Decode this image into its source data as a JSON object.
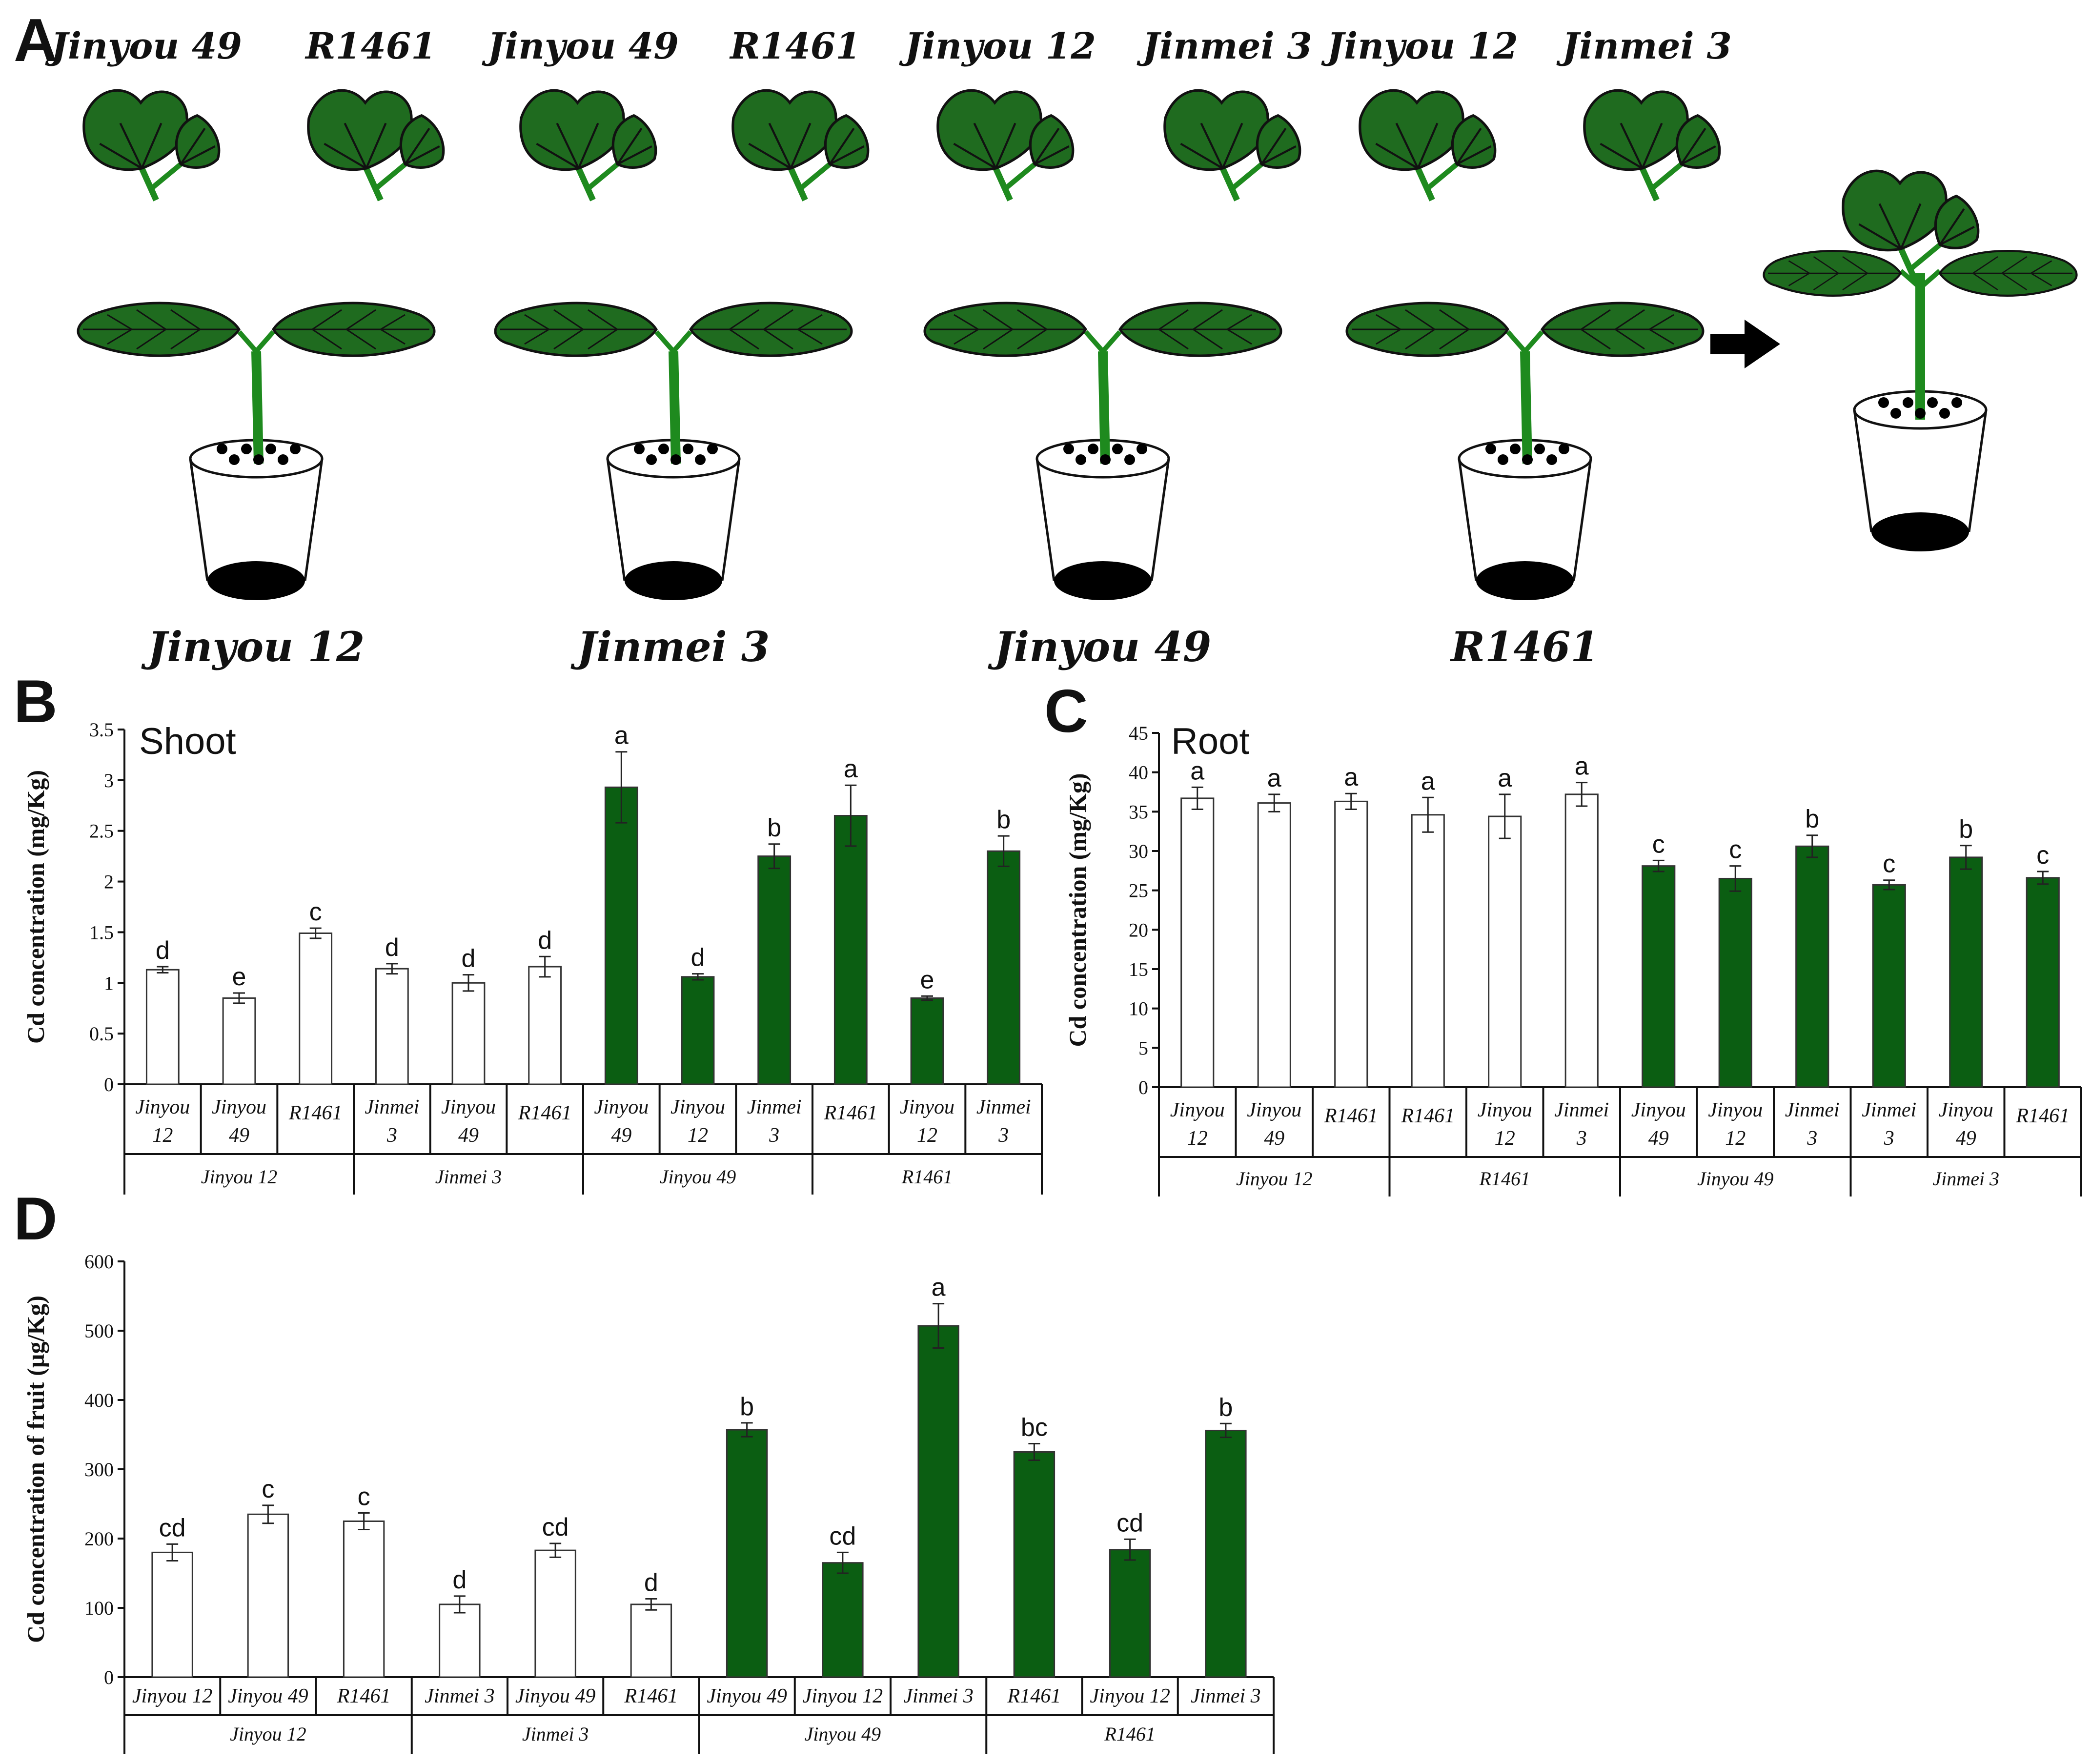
{
  "panels": {
    "a": {
      "letter": "A",
      "scions": [
        "Jinyou 49",
        "R1461",
        "Jinyou 49",
        "R1461",
        "Jinyou 12",
        "Jinmei 3",
        "Jinyou 12",
        "Jinmei 3"
      ],
      "rootstocks": [
        "Jinyou 12",
        "Jinmei 3",
        "Jinyou 49",
        "R1461"
      ],
      "arrow_icon": "arrow-right-icon"
    },
    "b": {
      "letter": "B"
    },
    "c": {
      "letter": "C"
    },
    "d": {
      "letter": "D"
    }
  },
  "colors": {
    "white_fill": "#ffffff",
    "green_fill": "#0b5e12",
    "leaf_green": "#1f6b1f",
    "stem_green": "#1e8a1e",
    "axis": "#111111"
  },
  "chart_data": [
    {
      "id": "shoot",
      "type": "bar",
      "title": "Shoot",
      "ylabel": "Cd concentration (mg/Kg)",
      "ylim": [
        0,
        3.5
      ],
      "yticks": [
        "0",
        "0.5",
        "1",
        "1.5",
        "2",
        "2.5",
        "3",
        "3.5"
      ],
      "categories": [
        [
          "Jinyou",
          "12"
        ],
        [
          "Jinyou",
          "49"
        ],
        [
          "R1461"
        ],
        [
          "Jinmei",
          "3"
        ],
        [
          "Jinyou",
          "49"
        ],
        [
          "R1461"
        ],
        [
          "Jinyou",
          "49"
        ],
        [
          "Jinyou",
          "12"
        ],
        [
          "Jinmei",
          "3"
        ],
        [
          "R1461"
        ],
        [
          "Jinyou",
          "12"
        ],
        [
          "Jinmei",
          "3"
        ]
      ],
      "groups": [
        "Jinyou 12",
        "Jinmei 3",
        "Jinyou 49",
        "R1461"
      ],
      "values": [
        1.13,
        0.85,
        1.49,
        1.14,
        1.0,
        1.16,
        2.93,
        1.06,
        2.25,
        2.65,
        0.85,
        2.3
      ],
      "errors": [
        0.03,
        0.05,
        0.05,
        0.05,
        0.08,
        0.1,
        0.35,
        0.03,
        0.12,
        0.3,
        0.02,
        0.15
      ],
      "letters": [
        "d",
        "e",
        "c",
        "d",
        "d",
        "d",
        "a",
        "d",
        "b",
        "a",
        "e",
        "b"
      ],
      "fills": [
        "white",
        "white",
        "white",
        "white",
        "white",
        "white",
        "green",
        "green",
        "green",
        "green",
        "green",
        "green"
      ]
    },
    {
      "id": "root",
      "type": "bar",
      "title": "Root",
      "ylabel": "Cd concentration (mg/Kg)",
      "ylim": [
        0,
        45
      ],
      "yticks": [
        "0",
        "5",
        "10",
        "15",
        "20",
        "25",
        "30",
        "35",
        "40",
        "45"
      ],
      "categories": [
        [
          "Jinyou",
          "12"
        ],
        [
          "Jinyou",
          "49"
        ],
        [
          "R1461"
        ],
        [
          "R1461"
        ],
        [
          "Jinyou",
          "12"
        ],
        [
          "Jinmei",
          "3"
        ],
        [
          "Jinyou",
          "49"
        ],
        [
          "Jinyou",
          "12"
        ],
        [
          "Jinmei",
          "3"
        ],
        [
          "Jinmei",
          "3"
        ],
        [
          "Jinyou",
          "49"
        ],
        [
          "R1461"
        ]
      ],
      "groups": [
        "Jinyou 12",
        "R1461",
        "Jinyou 49",
        "Jinmei 3"
      ],
      "values": [
        36.7,
        36.1,
        36.3,
        34.6,
        34.4,
        37.2,
        28.1,
        26.5,
        30.6,
        25.7,
        29.2,
        26.6
      ],
      "errors": [
        1.4,
        1.1,
        1.0,
        2.2,
        2.8,
        1.5,
        0.7,
        1.6,
        1.4,
        0.6,
        1.5,
        0.8
      ],
      "letters": [
        "a",
        "a",
        "a",
        "a",
        "a",
        "a",
        "c",
        "c",
        "b",
        "c",
        "b",
        "c"
      ],
      "fills": [
        "white",
        "white",
        "white",
        "white",
        "white",
        "white",
        "green",
        "green",
        "green",
        "green",
        "green",
        "green"
      ]
    },
    {
      "id": "fruit",
      "type": "bar",
      "title": "",
      "ylabel": "Cd concentration of fruit (µg/Kg)",
      "ylim": [
        0,
        600
      ],
      "yticks": [
        "0",
        "100",
        "200",
        "300",
        "400",
        "500",
        "600"
      ],
      "categories": [
        [
          "Jinyou 12"
        ],
        [
          "Jinyou 49"
        ],
        [
          "R1461"
        ],
        [
          "Jinmei 3"
        ],
        [
          "Jinyou 49"
        ],
        [
          "R1461"
        ],
        [
          "Jinyou 49"
        ],
        [
          "Jinyou 12"
        ],
        [
          "Jinmei 3"
        ],
        [
          "R1461"
        ],
        [
          "Jinyou 12"
        ],
        [
          "Jinmei 3"
        ]
      ],
      "groups": [
        "Jinyou 12",
        "Jinmei 3",
        "Jinyou 49",
        "R1461"
      ],
      "values": [
        180,
        235,
        225,
        105,
        183,
        105,
        357,
        165,
        507,
        325,
        184,
        356
      ],
      "errors": [
        12,
        13,
        12,
        12,
        10,
        8,
        10,
        15,
        32,
        12,
        15,
        10
      ],
      "letters": [
        "cd",
        "c",
        "c",
        "d",
        "cd",
        "d",
        "b",
        "cd",
        "a",
        "bc",
        "cd",
        "b"
      ],
      "fills": [
        "white",
        "white",
        "white",
        "white",
        "white",
        "white",
        "green",
        "green",
        "green",
        "green",
        "green",
        "green"
      ]
    }
  ]
}
